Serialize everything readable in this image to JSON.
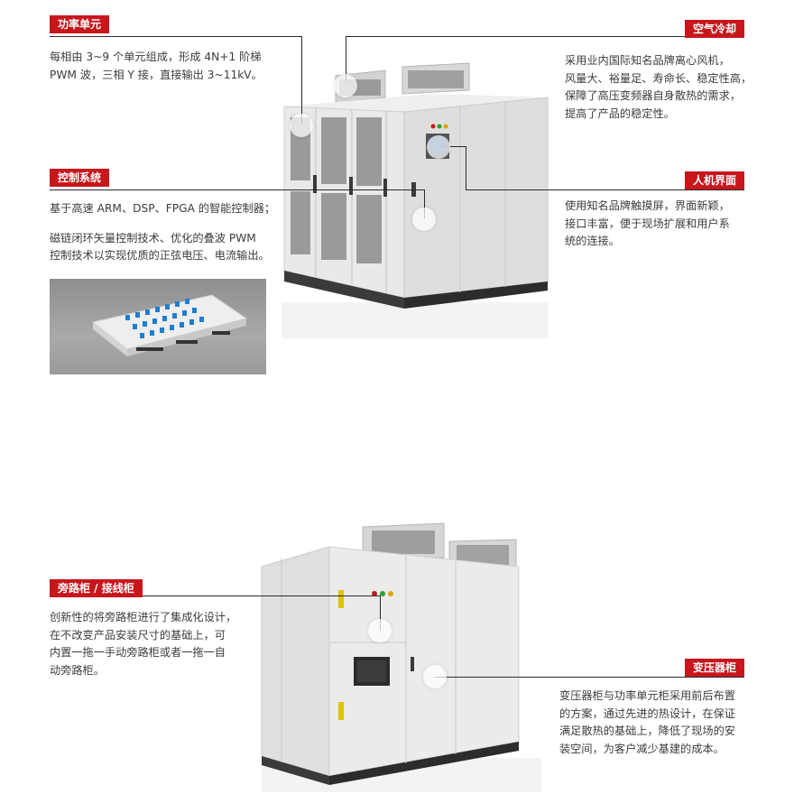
{
  "sections": {
    "power_unit": {
      "title": "功率单元",
      "text": [
        "每相由 3~9 个单元组成，形成 4N+1 阶梯",
        "PWM 波，三相 Y 接，直接输出 3~11kV。"
      ]
    },
    "air_cooling": {
      "title": "空气冷却",
      "text": [
        "采用业内国际知名品牌离心风机，",
        "风量大、裕量足、寿命长、稳定性高，",
        "保障了高压变频器自身散热的需求，",
        "提高了产品的稳定性。"
      ]
    },
    "control_system": {
      "title": "控制系统",
      "text1": "基于高速 ARM、DSP、FPGA 的智能控制器；",
      "text2": [
        "磁链闭环矢量控制技术、优化的叠波 PWM",
        "控制技术以实现优质的正弦电压、电流输出。"
      ]
    },
    "hmi": {
      "title": "人机界面",
      "text": [
        "使用知名品牌触摸屏，界面新颖，",
        "接口丰富，便于现场扩展和用户系",
        "统的连接。"
      ]
    },
    "bypass": {
      "title": "旁路柜 / 接线柜",
      "text": [
        "创新性的将旁路柜进行了集成化设计，",
        "在不改变产品安装尺寸的基础上，可",
        "内置一拖一手动旁路柜或者一拖一自",
        "动旁路柜。"
      ]
    },
    "transformer": {
      "title": "变压器柜",
      "text": [
        "变压器柜与功率单元柜采用前后布置",
        "的方案，通过先进的热设计，在保证",
        "满足散热的基础上，降低了现场的安",
        "装空间，为客户减少基建的成本。"
      ]
    }
  },
  "colors": {
    "accent": "#c8161d",
    "cabinet": "#e6e6e6",
    "board": "#1e7fd0"
  }
}
